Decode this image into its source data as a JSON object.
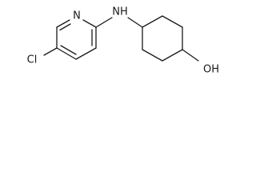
{
  "molecule": {
    "atoms": {
      "n_ring": "N",
      "nh": "NH",
      "cl": "Cl",
      "oh": "OH"
    }
  }
}
